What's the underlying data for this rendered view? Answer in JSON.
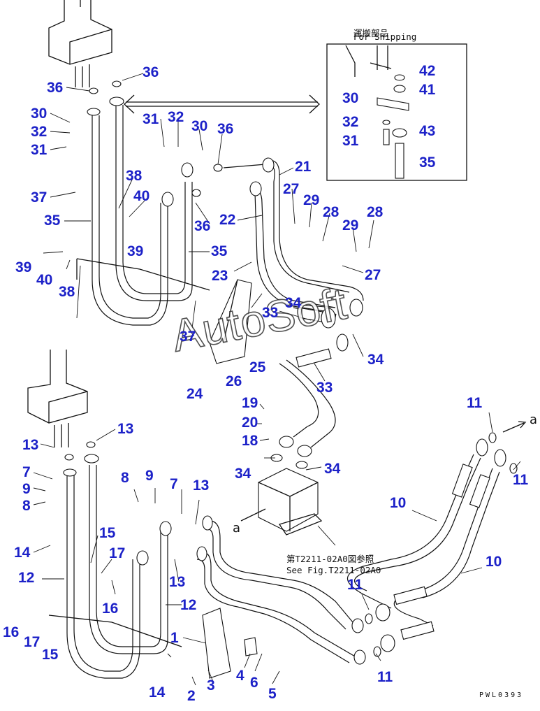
{
  "shipping_box": {
    "title_jp": "運搬部品",
    "title_en": "For Shipping",
    "labels": [
      "42",
      "41",
      "30",
      "43",
      "32",
      "31",
      "35"
    ]
  },
  "reference_note": {
    "jp": "第T2211-02A0図参照",
    "en": "See Fig.T2211-02A0"
  },
  "arrow_letters": {
    "right": "a",
    "left": "a"
  },
  "watermark": "AutoSoft",
  "drawing_code": "PWL0393",
  "upper_callouts": [
    "36",
    "36",
    "30",
    "32",
    "31",
    "31",
    "32",
    "30",
    "36",
    "21",
    "38",
    "40",
    "37",
    "35",
    "39",
    "36",
    "22",
    "27",
    "29",
    "28",
    "28",
    "29",
    "39",
    "40",
    "38",
    "35",
    "23",
    "27",
    "37",
    "33",
    "34",
    "25",
    "26",
    "24",
    "34",
    "33"
  ],
  "lower_callouts": [
    "19",
    "20",
    "18",
    "34",
    "34",
    "13",
    "13",
    "7",
    "9",
    "8",
    "8",
    "9",
    "7",
    "13",
    "14",
    "15",
    "17",
    "12",
    "16",
    "13",
    "12",
    "16",
    "17",
    "15",
    "1",
    "14",
    "2",
    "3",
    "4",
    "6",
    "5",
    "11",
    "11",
    "10",
    "10",
    "11",
    "11"
  ]
}
